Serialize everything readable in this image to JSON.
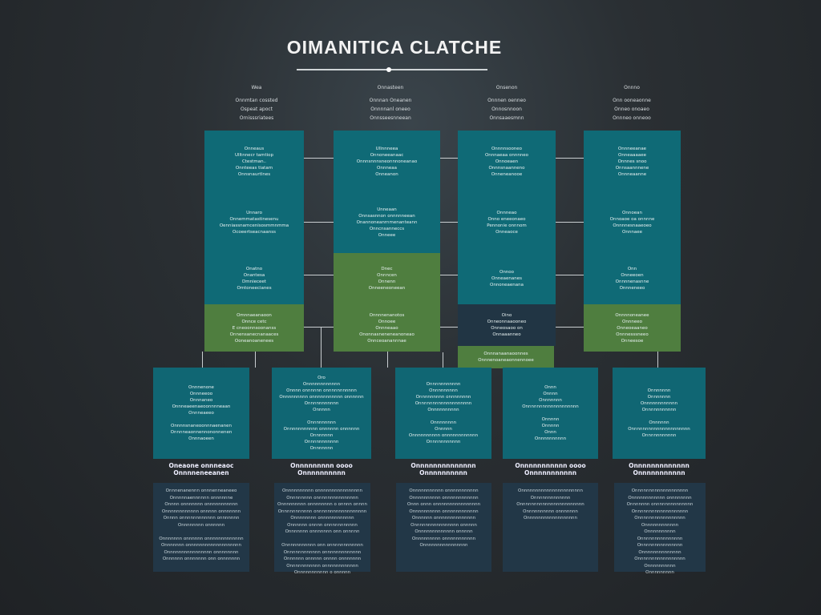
{
  "title": "OIMANITICA CLATCHE",
  "columns": [
    {
      "header": [
        "Wea",
        "Onnmtan cossted",
        "Ospeat apoct",
        "Ornisssriatees"
      ],
      "segments": [
        {
          "color": "teal",
          "lines": [
            "Onneaus",
            "Ulltnnecr tamtiop",
            "Ctestman..",
            "Onnteeas tiatam",
            "Onnsnaurtlnes"
          ]
        },
        {
          "color": "teal",
          "lines": [
            "Unnaro",
            "Onnemmatastinesenu",
            "Oenniassnamcenisosmmnmma",
            "Ocoeertseacnaanss"
          ]
        },
        {
          "color": "teal",
          "lines": [
            "Onatno",
            "Onantesa",
            "Dmnieceet",
            "Omtoneecianes"
          ]
        },
        {
          "color": "green",
          "lines": [
            "Omnnaeanaoon",
            "Onnce cetc",
            "E cneoonnsoonanss",
            "Onnensanecnanaaces",
            "Ooneanoanenees"
          ]
        }
      ]
    },
    {
      "header": [
        "Onnasteen",
        "Onnnan Oneanen",
        "Onnnnanl oneeo",
        "Onnsseesnneean"
      ],
      "segments": [
        {
          "color": "teal",
          "lines": [
            "Ullnnneea",
            "Onnoneeanaac",
            "Onnnsnnnsneonnnoneanao",
            "Onnneaa",
            "Onneanon"
          ]
        },
        {
          "color": "teal",
          "lines": [
            "Unneaan",
            "Onnsasnnon onnnnneean",
            "Onannoneanrnmenanteann",
            "Onncnsanneccs",
            "Onneee"
          ]
        },
        {
          "color": "green",
          "lines": [
            "Dnec",
            "Onnncen",
            "Onnenn",
            "Onneeneoneean"
          ]
        },
        {
          "color": "green",
          "lines": [
            "Onnnnenanotos",
            "Onnoee",
            "Onnneaao",
            "Ononnasneneneanoneao",
            "Onnceoanannnae"
          ]
        }
      ]
    },
    {
      "header": [
        "Onsenon",
        "Onnnen oenneo",
        "Onnosnnoon",
        "Onnsaaesmnn"
      ],
      "segments": [
        {
          "color": "teal",
          "lines": [
            "Onnnnsooneo",
            "Onnnaeaa onnnneo",
            "Onnoeaen",
            "Onnnsnaanneno",
            "Onneneanooe"
          ]
        },
        {
          "color": "teal",
          "lines": [
            "Onnneao",
            "Onno eneeonaeo",
            "Pennonie onnnom",
            "Onneaoce"
          ]
        },
        {
          "color": "teal",
          "lines": [
            "Onnoo",
            "Onneaenanes",
            "Onnoneaenana"
          ]
        },
        {
          "color": "navy",
          "lines": [
            "Oino",
            "Onneonnaaooneo",
            "Onneosaoo on",
            "Onnaaanneo"
          ]
        },
        {
          "color": "green",
          "lines": [
            "Onnnanaanaoonnes",
            "Onnnenoaneaonnennoee"
          ]
        }
      ]
    },
    {
      "header": [
        "Onnno",
        "Onn ooneaonne",
        "Onneo onoaeo",
        "Onnneo onneoo"
      ],
      "segments": [
        {
          "color": "teal",
          "lines": [
            "Onnneeanae",
            "Onneaaaaee",
            "Onnnes snoo",
            "Onnsaannnene",
            "Onnneaanne"
          ]
        },
        {
          "color": "teal",
          "lines": [
            "Onnoean",
            "Onnoaoe oa onnnne",
            "Onnnnesnaaeoeo",
            "Onnnaee"
          ]
        },
        {
          "color": "teal",
          "lines": [
            "Onn",
            "Onneeoen",
            "Onnnnenasnne",
            "Onnneneeo"
          ]
        },
        {
          "color": "green",
          "lines": [
            "Onnnnoneanee",
            "Onnneeo",
            "Onneoeaaneo",
            "Onnnesssneeo",
            "Onneesoe"
          ]
        }
      ]
    }
  ],
  "bottom": [
    {
      "box": [
        "Onnnenone",
        "Onnneeoo",
        "Onnnaneo",
        "Onnneaeenaeoonnnneaan",
        "Onnneaeeo",
        "",
        "Onnnnsnaneoonnnaenanen",
        "Onnnneaonnennononnenen",
        "Onnnaoeen"
      ],
      "label": [
        "Oneaone onnneaoc",
        "Onnnneneeanen"
      ],
      "desc": [
        "Onnnenanennn onnnenneaneeo",
        "Onnnnnaennnnnn onnnnnne",
        "Onnnn onnnnnnn onnnnnnnnnnn",
        "Onnnnnnnnnnnn onnnnn onnnnnnn",
        "Onnnn onnnnnnnnnnnn onnnnnnn",
        "Onnnnnnnn onnnnnn",
        "",
        "Onnnnnnn onnnnnn onnnnnnnnnnnnn",
        "Onnnnnnn onnnnnnnnnnnnnnnnnnn",
        "Onnnnnnnnnnnnnnnn onnnnnnnn",
        "Onnnnnn onnnnnnn onn onnnnnnn"
      ]
    },
    {
      "box": [
        "Oro",
        "Onnnnnnnnnnnn",
        "Onnnn onnnnnn onnnnnnnnnnn",
        "Onnnnnnnnn onnnnnnnnnnn onnnnnn",
        "Onnnnnnnnnnn",
        "Onnnnn",
        "",
        "Onnnnnnnnn",
        "Onnnnnnnnnnn onnnnnn onnnnnn",
        "Onnnnnnn",
        "Onnnnnnnnnnn",
        "Onnnnnnn"
      ],
      "label": [
        "Onnnnnnnnn oooo",
        "Onnnnnnnnnn"
      ],
      "desc": [
        "Onnnnnnnnnn onnnnnnnnnnnnnnnn",
        "Onnnnnnnn onnnnnnnnnnnnnnn",
        "Onnnnnnnnn onnnnnnnn o onnnn onnnn",
        "Onnnnnnnnnnn onnnnnnnnnnnnnnnnnn",
        "Onnnnnnnn onnnnnnnnnnnn",
        "Onnnnnn onnnn onnnnnnnnnnn",
        "Onnnnnnn onnnnnnn onn onnnnn",
        "",
        "Onnnnnnnnnnn onn onnnnnnnnnnnn",
        "Onnnnnnnnnnnn onnnnnnnnnnnnn",
        "Onnnnnn onnnnn onnnn onnnnnnn",
        "Onnnnnnnnnnn onnnnnnnnnnnn",
        "Onnnnnnnnnnn o onnnnn"
      ]
    },
    {
      "box": [
        "Onnnnnnnnnnn",
        "Onnnnnnnnn",
        "Onnnnnnnnn onnnnnnnn",
        "Onnnnnnnnnnnnnnnnnnn",
        "Onnnnnnnnnn",
        "",
        "Onnnnnnnn",
        "Onnnnn",
        "Onnnnnnnnnn onnnnnnnnnnnn",
        "Onnnnnnnnnnn"
      ],
      "label": [
        "Onnnnnnnnnnnnnn",
        "Onnnnnnnnnn"
      ],
      "desc": [
        "Onnnnnnnnnnn onnnnnnnnnnn",
        "Onnnnnnnnnn onnnnnnnnnnnn",
        "Onnn onnn onnnnnnnnnnnnnnnn",
        "Onnnnnnnnnn onnnnnnnnnnnn",
        "Onnnnnn onnnnnnnnnnnnnn",
        "Onnnnnnnnnnnnnnnn onnnnn",
        "Onnnnnnnnnnnnn onnnnn",
        "Onnnnnnnnn onnnnnnnnnnn",
        "Onnnnnnnnnnnnnnnn"
      ]
    },
    {
      "box": [
        "Onnn",
        "Onnnn",
        "Onnnnnnn",
        "Onnnnnnnnnnnnnnnnnnn",
        "",
        "Onnnnn",
        "Onnnnn",
        "Onnn",
        "Onnnnnnnnnn"
      ],
      "label": [
        "Onnnnnnnnnnn oooo",
        "Onnnnnnnnnnn"
      ],
      "desc": [
        "Onnnnnnnnnnnnnnnnnnnnnn",
        "Onnnnnnnnnnnnn",
        "Onnnnnnnnnnnnnnnnnnnnnnn",
        "Onnnnnnnnnn onnnnnnn",
        "Onnnnnnnnnnnnnnnnnn"
      ]
    },
    {
      "box": [
        "Onnnnnnn",
        "Onnnnnnn",
        "Onnnnnnnnnnnn",
        "Onnnnnnnnnnn",
        "",
        "Onnnnnn",
        "Onnnnnnnnnnnnnnnnnnnnn",
        "Onnnnnnnnnnn"
      ],
      "label": [
        "Onnnnnnnnnnnnn",
        "Onnnnnnnnnnn"
      ],
      "desc": [
        "Onnnnnnnnnnnnnnnnnnn",
        "Onnnnnnnnnnnn onnnnnnnn",
        "Onnnnnnn onnnnnnnnnnnnnn",
        "Onnnnnnnnnnnnnnnnnnn",
        "Onnnnnnnnnnnnnnnnn",
        "Onnnnnnnnnnnn",
        "Onnnnnnnnnn",
        "Onnnnnnnnnnnnnnn",
        "Onnnnnnnnnnnnnnn",
        "Onnnnnnnnnnnnnn",
        "Onnnnnnnnnnnnnnnnn",
        "Onnnnnnnnnn",
        "Onnnnnnnnn"
      ]
    }
  ]
}
